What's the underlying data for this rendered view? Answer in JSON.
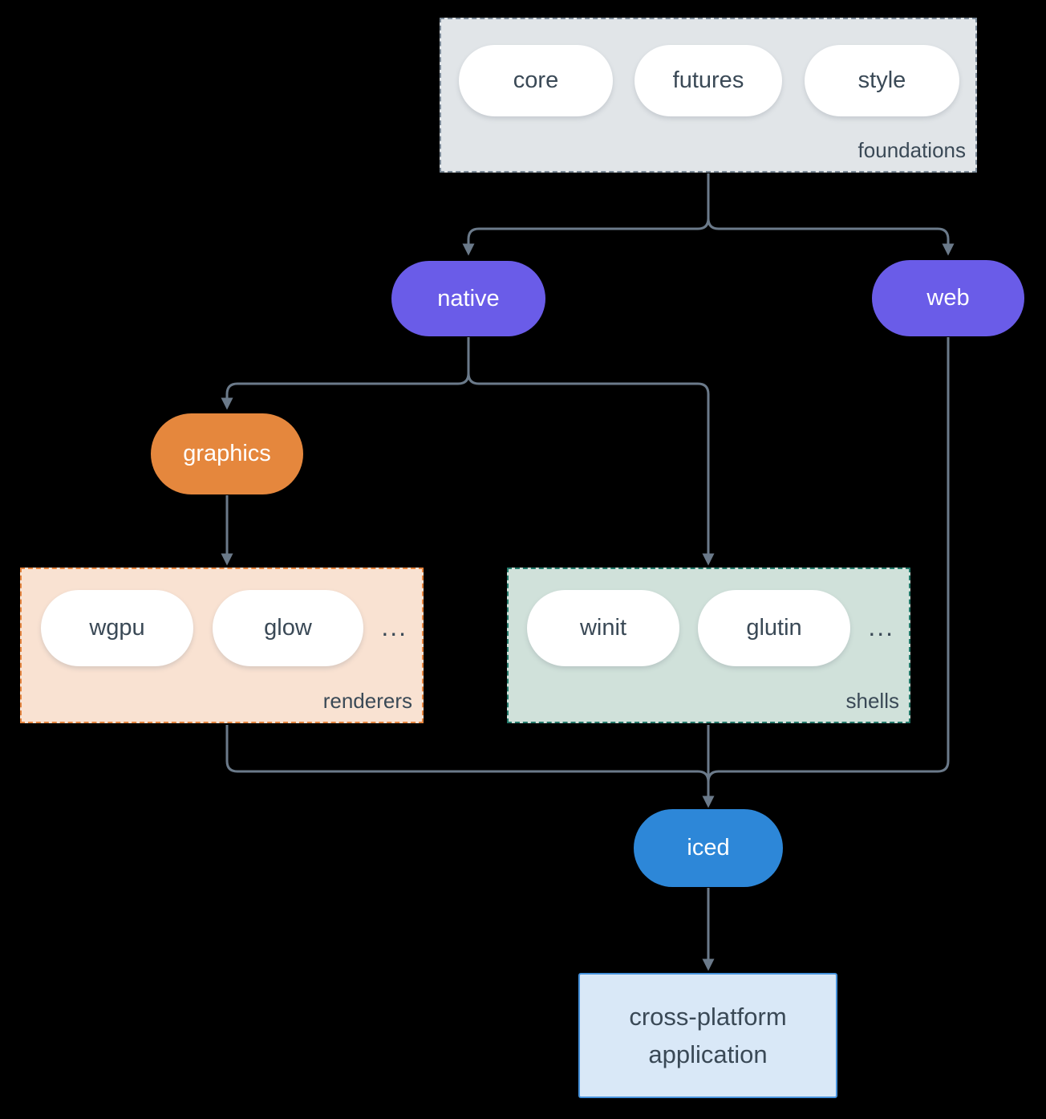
{
  "colors": {
    "background": "#000000",
    "line": "#6b7a8a",
    "text": "#3a4956",
    "pill": "#ffffff",
    "purple": "#6a5ce8",
    "orange": "#e5873d",
    "blue": "#2d87d8",
    "foundations_fill": "#e1e5e8",
    "foundations_border": "#7d8b99",
    "renderers_fill": "#f9e2d2",
    "renderers_border": "#e6853f",
    "shells_fill": "#d0e1da",
    "shells_border": "#23796a",
    "app_fill": "#d9e8f7",
    "app_border": "#4591db"
  },
  "groups": {
    "foundations": {
      "label": "foundations",
      "pills": [
        "core",
        "futures",
        "style"
      ]
    },
    "renderers": {
      "label": "renderers",
      "pills": [
        "wgpu",
        "glow"
      ],
      "ellipsis": "..."
    },
    "shells": {
      "label": "shells",
      "pills": [
        "winit",
        "glutin"
      ],
      "ellipsis": "..."
    }
  },
  "nodes": {
    "native": "native",
    "web": "web",
    "graphics": "graphics",
    "iced": "iced",
    "app": {
      "line1": "cross-platform",
      "line2": "application"
    }
  }
}
